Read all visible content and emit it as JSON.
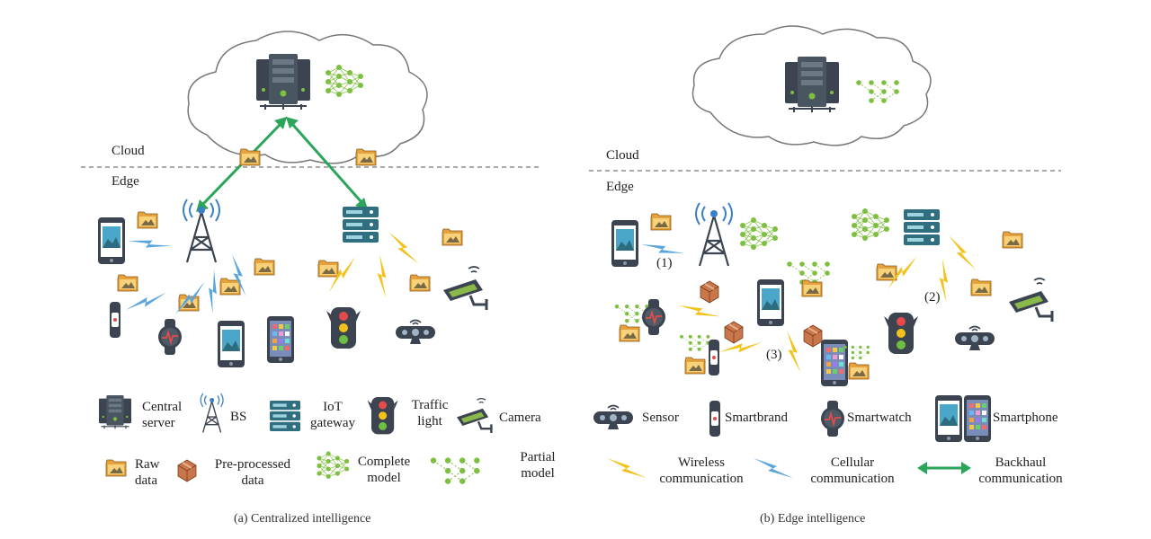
{
  "colors": {
    "server": "#3b4450",
    "gateway": "#2f6f80",
    "neural": "#7dbf3f",
    "folder": "#e6a23c",
    "lightning": "#f2c21b",
    "cellular": "#5aa6dc",
    "backhaul": "#2aa55a",
    "screen": "#4aa7c9",
    "cloud_stroke": "#777777"
  },
  "left_panel": {
    "cloud_label": "Cloud",
    "edge_label": "Edge",
    "caption": "(a) Centralized intelligence"
  },
  "right_panel": {
    "cloud_label": "Cloud",
    "edge_label": "Edge",
    "caption": "(b) Edge intelligence",
    "markers": [
      "(1)",
      "(2)",
      "(3)"
    ]
  },
  "legend_left": {
    "central_server": [
      "Central",
      "server"
    ],
    "bs": "BS",
    "iot_gateway": [
      "IoT",
      "gateway"
    ],
    "traffic_light": [
      "Traffic",
      "light"
    ],
    "camera": "Camera",
    "raw_data": [
      "Raw",
      "data"
    ],
    "preprocessed_data": [
      "Pre-processed",
      "data"
    ],
    "complete_model": [
      "Complete",
      "model"
    ],
    "partial_model": [
      "Partial",
      "model"
    ]
  },
  "legend_right": {
    "sensor": "Sensor",
    "smartband": "Smartbrand",
    "smartwatch": "Smartwatch",
    "smartphone": "Smartphone",
    "wireless": [
      "Wireless",
      "communication"
    ],
    "cellular": [
      "Cellular",
      "communication"
    ],
    "backhaul": [
      "Backhaul",
      "communication"
    ]
  }
}
